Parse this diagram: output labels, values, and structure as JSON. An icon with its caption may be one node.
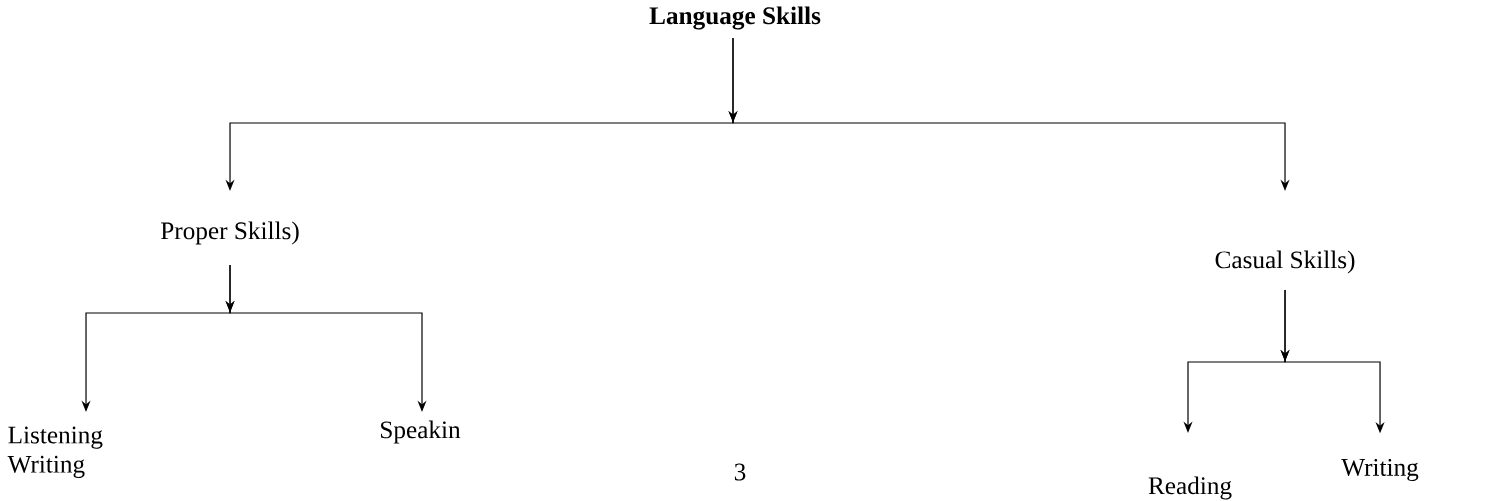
{
  "diagram": {
    "nodes": [
      {
        "text": [
          "Language Skills"
        ]
      },
      {
        "text": [
          "Proper Skills)"
        ]
      },
      {
        "text": [
          "Casual Skills)"
        ]
      },
      {
        "text": [
          "Listening Writing"
        ]
      },
      {
        "text": [
          "Speakin"
        ]
      },
      {
        "text": [
          "Reading"
        ]
      },
      {
        "text": [
          "Writing"
        ]
      }
    ],
    "edges": [
      {
        "from": 0,
        "to": 1,
        "arrow": "to"
      },
      {
        "from": 0,
        "to": 2,
        "arrow": "to"
      },
      {
        "from": 1,
        "to": 3,
        "arrow": "to"
      },
      {
        "from": 1,
        "to": 4,
        "arrow": "to"
      },
      {
        "from": 2,
        "to": 5,
        "arrow": "to"
      },
      {
        "from": 2,
        "to": 6,
        "arrow": "to"
      }
    ],
    "labels": [
      "3"
    ]
  }
}
